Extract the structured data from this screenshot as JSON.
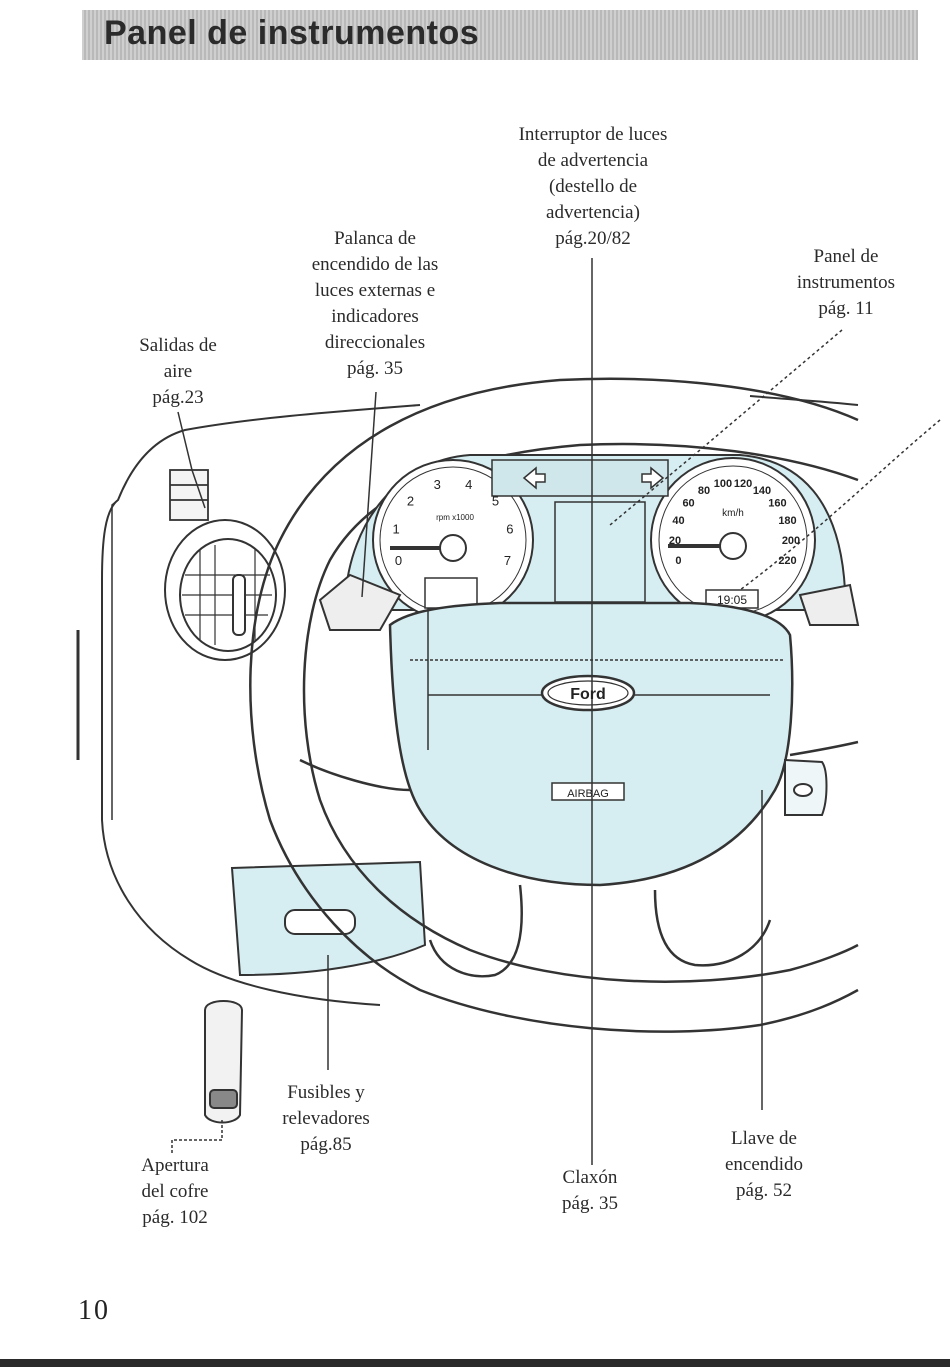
{
  "header": {
    "title": "Panel de instrumentos"
  },
  "callouts": {
    "hazard_switch": [
      "Interruptor de luces",
      "de advertencia",
      "(destello de",
      "advertencia)",
      "pág.20/82"
    ],
    "lights_lever": [
      "Palanca de",
      "encendido de las",
      "luces externas e",
      "indicadores",
      "direccionales",
      "pág. 35"
    ],
    "instrument_panel": [
      "Panel de",
      "instrumentos",
      "pág. 11"
    ],
    "air_vents": [
      "Salidas de",
      "aire",
      "pág.23"
    ],
    "fuses": [
      "Fusibles y",
      "relevadores",
      "pág.85"
    ],
    "hood_release": [
      "Apertura",
      "del cofre",
      "pág. 102"
    ],
    "horn": [
      "Claxón",
      "pág. 35"
    ],
    "ignition_key": [
      "Llave de",
      "encendido",
      "pág. 52"
    ]
  },
  "illustration": {
    "brand": "Ford",
    "airbag_label": "AIRBAG",
    "clock": "19:05",
    "speed_unit": "km/h",
    "rpm_unit": "rpm x1000",
    "tach_ticks": [
      "0",
      "1",
      "2",
      "3",
      "4",
      "5",
      "6",
      "7"
    ],
    "speed_ticks": [
      "0",
      "20",
      "40",
      "60",
      "80",
      "100",
      "120",
      "140",
      "160",
      "180",
      "200",
      "220"
    ],
    "shading_color": "#d6eef2"
  },
  "page_number": "10"
}
